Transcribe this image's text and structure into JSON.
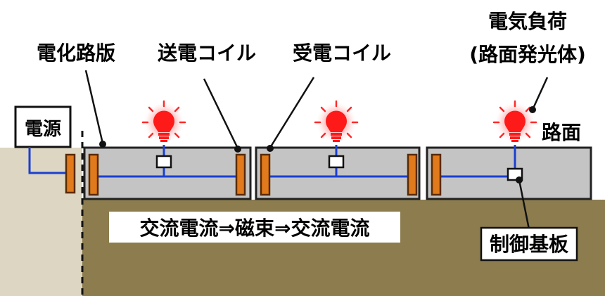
{
  "labels": {
    "power_source": "電源",
    "electrified_road_plate": "電化路版",
    "transmit_coil": "送電コイル",
    "receive_coil": "受電コイル",
    "electric_load_line1": "電気負荷",
    "electric_load_line2": "(路面発光体)",
    "road_surface": "路面",
    "flow": "交流電流⇒磁束⇒交流電流",
    "control_board": "制御基板"
  },
  "colors": {
    "ground_left": "#dcd6c2",
    "ground_right": "#8c7c4e",
    "plate_fill": "#c4c4c4",
    "plate_stroke": "#222222",
    "coil_fill": "#e07a1c",
    "coil_stroke": "#5a2a00",
    "wire": "#1a3fd1",
    "bulb": "#ff1a1a",
    "bulb_glow": "#ffb0b0"
  },
  "icons": [
    "light-bulb-icon"
  ]
}
